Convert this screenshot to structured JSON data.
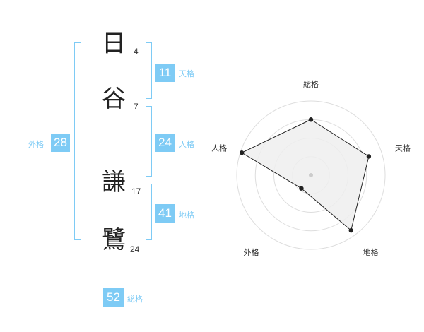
{
  "name_chars": [
    {
      "char": "日",
      "strokes": "4"
    },
    {
      "char": "谷",
      "strokes": "7"
    },
    {
      "char": "謙",
      "strokes": "17"
    },
    {
      "char": "鷺",
      "strokes": "24"
    }
  ],
  "fortunes": {
    "tenkaku": {
      "value": "11",
      "label": "天格"
    },
    "jinkaku": {
      "value": "24",
      "label": "人格"
    },
    "chikaku": {
      "value": "41",
      "label": "地格"
    },
    "gaikaku": {
      "value": "28",
      "label": "外格"
    },
    "soukaku": {
      "value": "52",
      "label": "総格"
    }
  },
  "chart_data": {
    "type": "radar",
    "axes": [
      "総格",
      "天格",
      "地格",
      "外格",
      "人格"
    ],
    "values": [
      0.75,
      0.82,
      0.92,
      0.22,
      0.98
    ],
    "ring_count": 4,
    "colors": {
      "fill": "#eeeeee",
      "stroke": "#222222",
      "rings": "#dddddd",
      "center": "#cccccc"
    }
  }
}
